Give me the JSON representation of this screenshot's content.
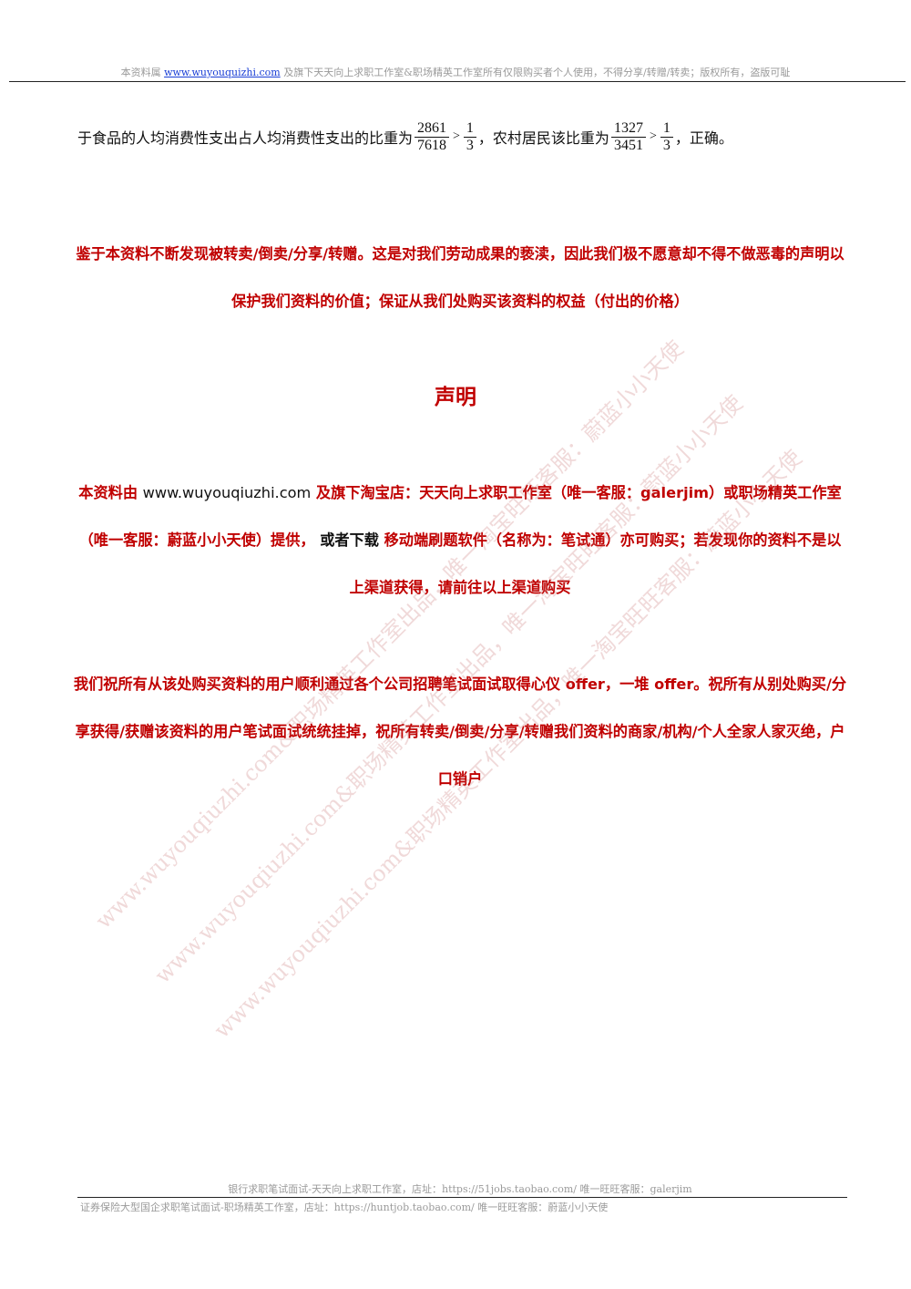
{
  "header": {
    "prefix": "本资料属",
    "link": "www.wuyouquizhi.com",
    "suffix": "及旗下天天向上求职工作室&职场精英工作室所有仅限购买者个人使用，不得分享/转赠/转卖；版权所有，盗版可耻"
  },
  "formula": {
    "text_before": "于食品的人均消费性支出占人均消费性支出的比重为",
    "frac1_num": "2861",
    "frac1_den": "7618",
    "gt1": ">",
    "frac2_num": "1",
    "frac2_den": "3",
    "text_mid": "，农村居民该比重为",
    "frac3_num": "1327",
    "frac3_den": "3451",
    "gt2": ">",
    "frac4_num": "1",
    "frac4_den": "3",
    "text_end": "，正确。"
  },
  "notice": {
    "para1": "鉴于本资料不断发现被转卖/倒卖/分享/转赠。这是对我们劳动成果的亵渎，因此我们极不愿意却不得不做恶毒的声明以保护我们资料的价值；保证从我们处购买该资料的权益（付出的价格）",
    "title": "声明",
    "para2_a": "本资料由",
    "para2_site": "www.wuyouqiuzhi.com",
    "para2_b": "及旗下淘宝店：天天向上求职工作室（唯一客服：galerjim）或职场精英工作室（唯一客服：蔚蓝小小天使）提供，",
    "para2_c": "或者下载",
    "para2_d": "移动端刷题软件（名称为：笔试通）亦可购买；若发现你的资料不是以上渠道获得，请前往以上渠道购买",
    "para3": "我们祝所有从该处购买资料的用户顺利通过各个公司招聘笔试面试取得心仪 offer，一堆 offer。祝所有从别处购买/分享获得/获赠该资料的用户笔试面试统统挂掉，祝所有转卖/倒卖/分享/转赠我们资料的商家/机构/个人全家人家灭绝，户口销户"
  },
  "watermarks": [
    "www.wuyouqiuzhi.com&职场精英工作室出品，唯一淘宝旺旺客服：蔚蓝小小天使",
    "www.wuyouqiuzhi.com&职场精英工作室出品，唯一淘宝旺旺客服：蔚蓝小小天使",
    "www.wuyouqiuzhi.com&职场精英工作室出品，唯一淘宝旺旺客服：蔚蓝小小天使"
  ],
  "footer": {
    "line1": "银行求职笔试面试-天天向上求职工作室，店址：https://51jobs.taobao.com/  唯一旺旺客服：galerjim",
    "line2": "证券保险大型国企求职笔试面试-职场精英工作室，店址：https://huntjob.taobao.com/  唯一旺旺客服：蔚蓝小小天使"
  }
}
